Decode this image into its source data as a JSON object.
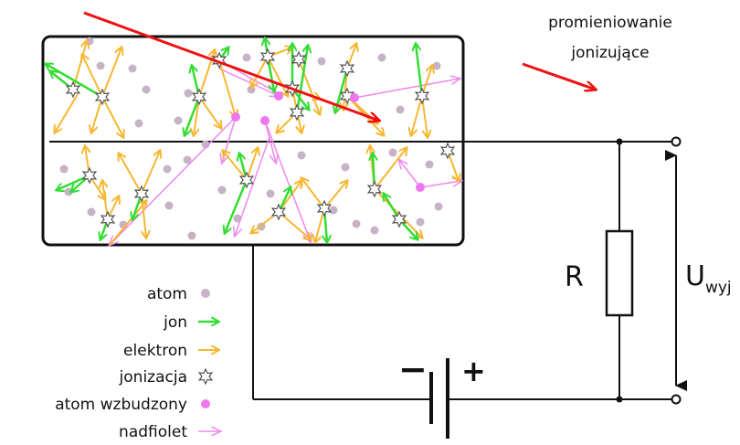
{
  "radiation_label": [
    "promieniowanie",
    "jonizujące"
  ],
  "resistor_label": "R",
  "voltage_label": {
    "main": "U",
    "sub": "wyj"
  },
  "battery": {
    "minus": "−",
    "plus": "+"
  },
  "legend": [
    {
      "label": "atom",
      "kind": "atom"
    },
    {
      "label": "jon",
      "kind": "ion"
    },
    {
      "label": "elektron",
      "kind": "electron"
    },
    {
      "label": "jonizacja",
      "kind": "ionization"
    },
    {
      "label": "atom wzbudzony",
      "kind": "excited-atom"
    },
    {
      "label": "nadfiolet",
      "kind": "ultraviolet"
    }
  ],
  "colors": {
    "atom": "#c6b3c6",
    "ion": "#33dd33",
    "electron": "#f7b731",
    "ultraviolet": "#ee88ee",
    "excited_atom": "#ee77ee",
    "radiation": "#ee1111",
    "wire": "#111111"
  }
}
